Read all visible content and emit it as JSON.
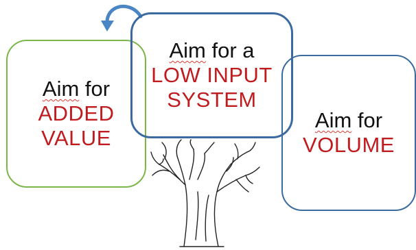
{
  "boxes": {
    "left": {
      "line1_word1": "Aim",
      "line1_rest": " for",
      "line2": "ADDED",
      "line3": "VALUE"
    },
    "center": {
      "line1_word1": "Aim",
      "line1_rest": " for a",
      "line2": "LOW INPUT",
      "line3": "SYSTEM"
    },
    "right": {
      "line1_word1": "Aim",
      "line1_rest": " for",
      "line2": "VOLUME"
    }
  },
  "colors": {
    "green_border": "#7ab648",
    "blue_border": "#3b6aa0",
    "red_text": "#c01c20",
    "arrow": "#4a86c5"
  },
  "icons": {
    "arrow": "curved-arrow-icon",
    "tree": "tree-illustration"
  }
}
